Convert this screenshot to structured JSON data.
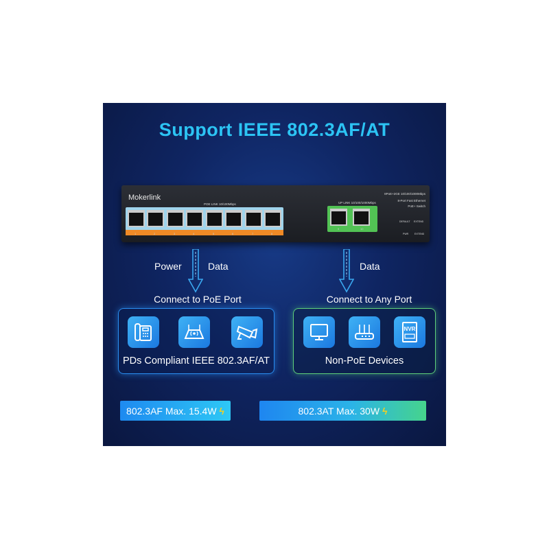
{
  "title": "Support IEEE 802.3AF/AT",
  "switch": {
    "brand": "Mokerlink",
    "poe_link_label": "POE LINK 10/100Mbps",
    "uplink_label": "UP LINK 10/100/1000Mbps",
    "model_line1": "8PoE+2GE  10/100/1000Mbps",
    "model_line2": "8-Port Fast Ethernet",
    "model_line3": "PoE+ Switch",
    "switch_labels": [
      "DEFAULT",
      "EXTEND"
    ],
    "led_labels": [
      "PWR",
      "EXTEND"
    ],
    "port_numbers": [
      "1",
      "2",
      "3",
      "4",
      "5",
      "6",
      "7",
      "8",
      "9",
      "10"
    ]
  },
  "flow": {
    "left_power": "Power",
    "left_data": "Data",
    "right_data": "Data",
    "left_target": "Connect to PoE Port",
    "right_target": "Connect to Any Port"
  },
  "groups": {
    "poe": {
      "label": "PDs Compliant IEEE 802.3AF/AT",
      "icons": [
        "ip-phone-icon",
        "wireless-ap-icon",
        "ip-camera-icon"
      ]
    },
    "non_poe": {
      "label": "Non-PoE Devices",
      "icons": [
        "monitor-icon",
        "router-icon",
        "nvr-icon"
      ],
      "nvr_text": "NVR"
    }
  },
  "standards": {
    "af": "802.3AF Max. 15.4W",
    "at": "802.3AT Max. 30W"
  },
  "colors": {
    "title": "#2cc4f4",
    "poe_frame": "#2a8df0",
    "non_poe_frame": "#5fd07a",
    "bolt": "#f5d020"
  }
}
